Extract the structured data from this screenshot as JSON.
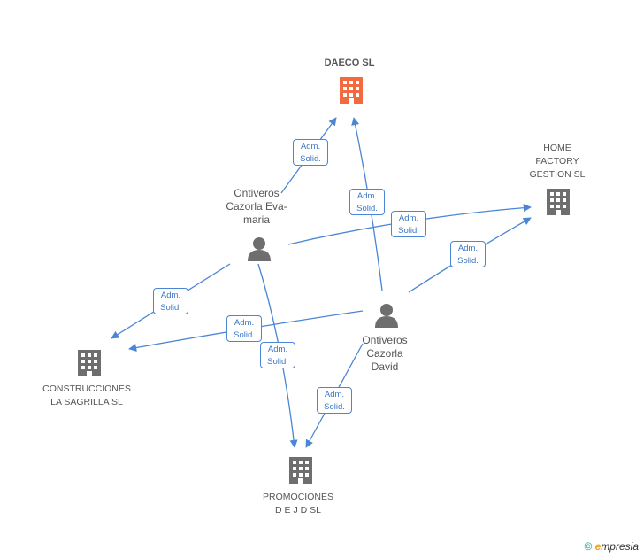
{
  "nodes": {
    "daeco": {
      "label": "DAECO SL",
      "color": "#f26a3d"
    },
    "home": {
      "label_lines": [
        "HOME",
        "FACTORY",
        "GESTION SL"
      ]
    },
    "construcciones": {
      "label_lines": [
        "CONSTRUCCIONES",
        "LA SAGRILLA SL"
      ]
    },
    "promociones": {
      "label_lines": [
        "PROMOCIONES",
        "D E J D SL"
      ]
    },
    "eva": {
      "label_lines": [
        "Ontiveros",
        "Cazorla Eva-",
        "maria"
      ]
    },
    "david": {
      "label_lines": [
        "Ontiveros",
        "Cazorla",
        "David"
      ]
    }
  },
  "edge_label": {
    "line1": "Adm.",
    "line2": "Solid."
  },
  "colors": {
    "edge": "#4a86d4",
    "building_gray": "#6e6e6e",
    "person_gray": "#6e6e6e"
  },
  "footer": {
    "copyright": "©",
    "brand": "mpresia",
    "brand_initial": "e"
  }
}
